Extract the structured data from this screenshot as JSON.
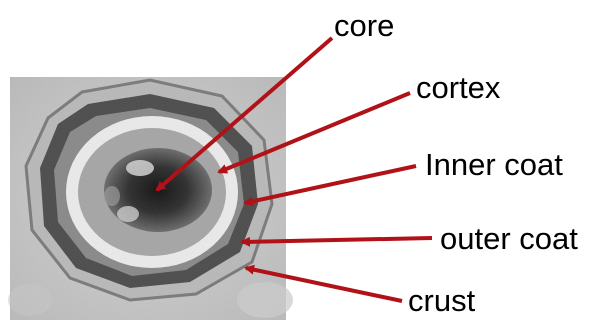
{
  "figure": {
    "title": "",
    "micrograph_icon": "spore-micrograph",
    "arrow_color": "#b01218",
    "labels": {
      "core": "core",
      "cortex": "cortex",
      "inner_coat": "Inner coat",
      "outer_coat": "outer coat",
      "crust": "crust"
    }
  }
}
